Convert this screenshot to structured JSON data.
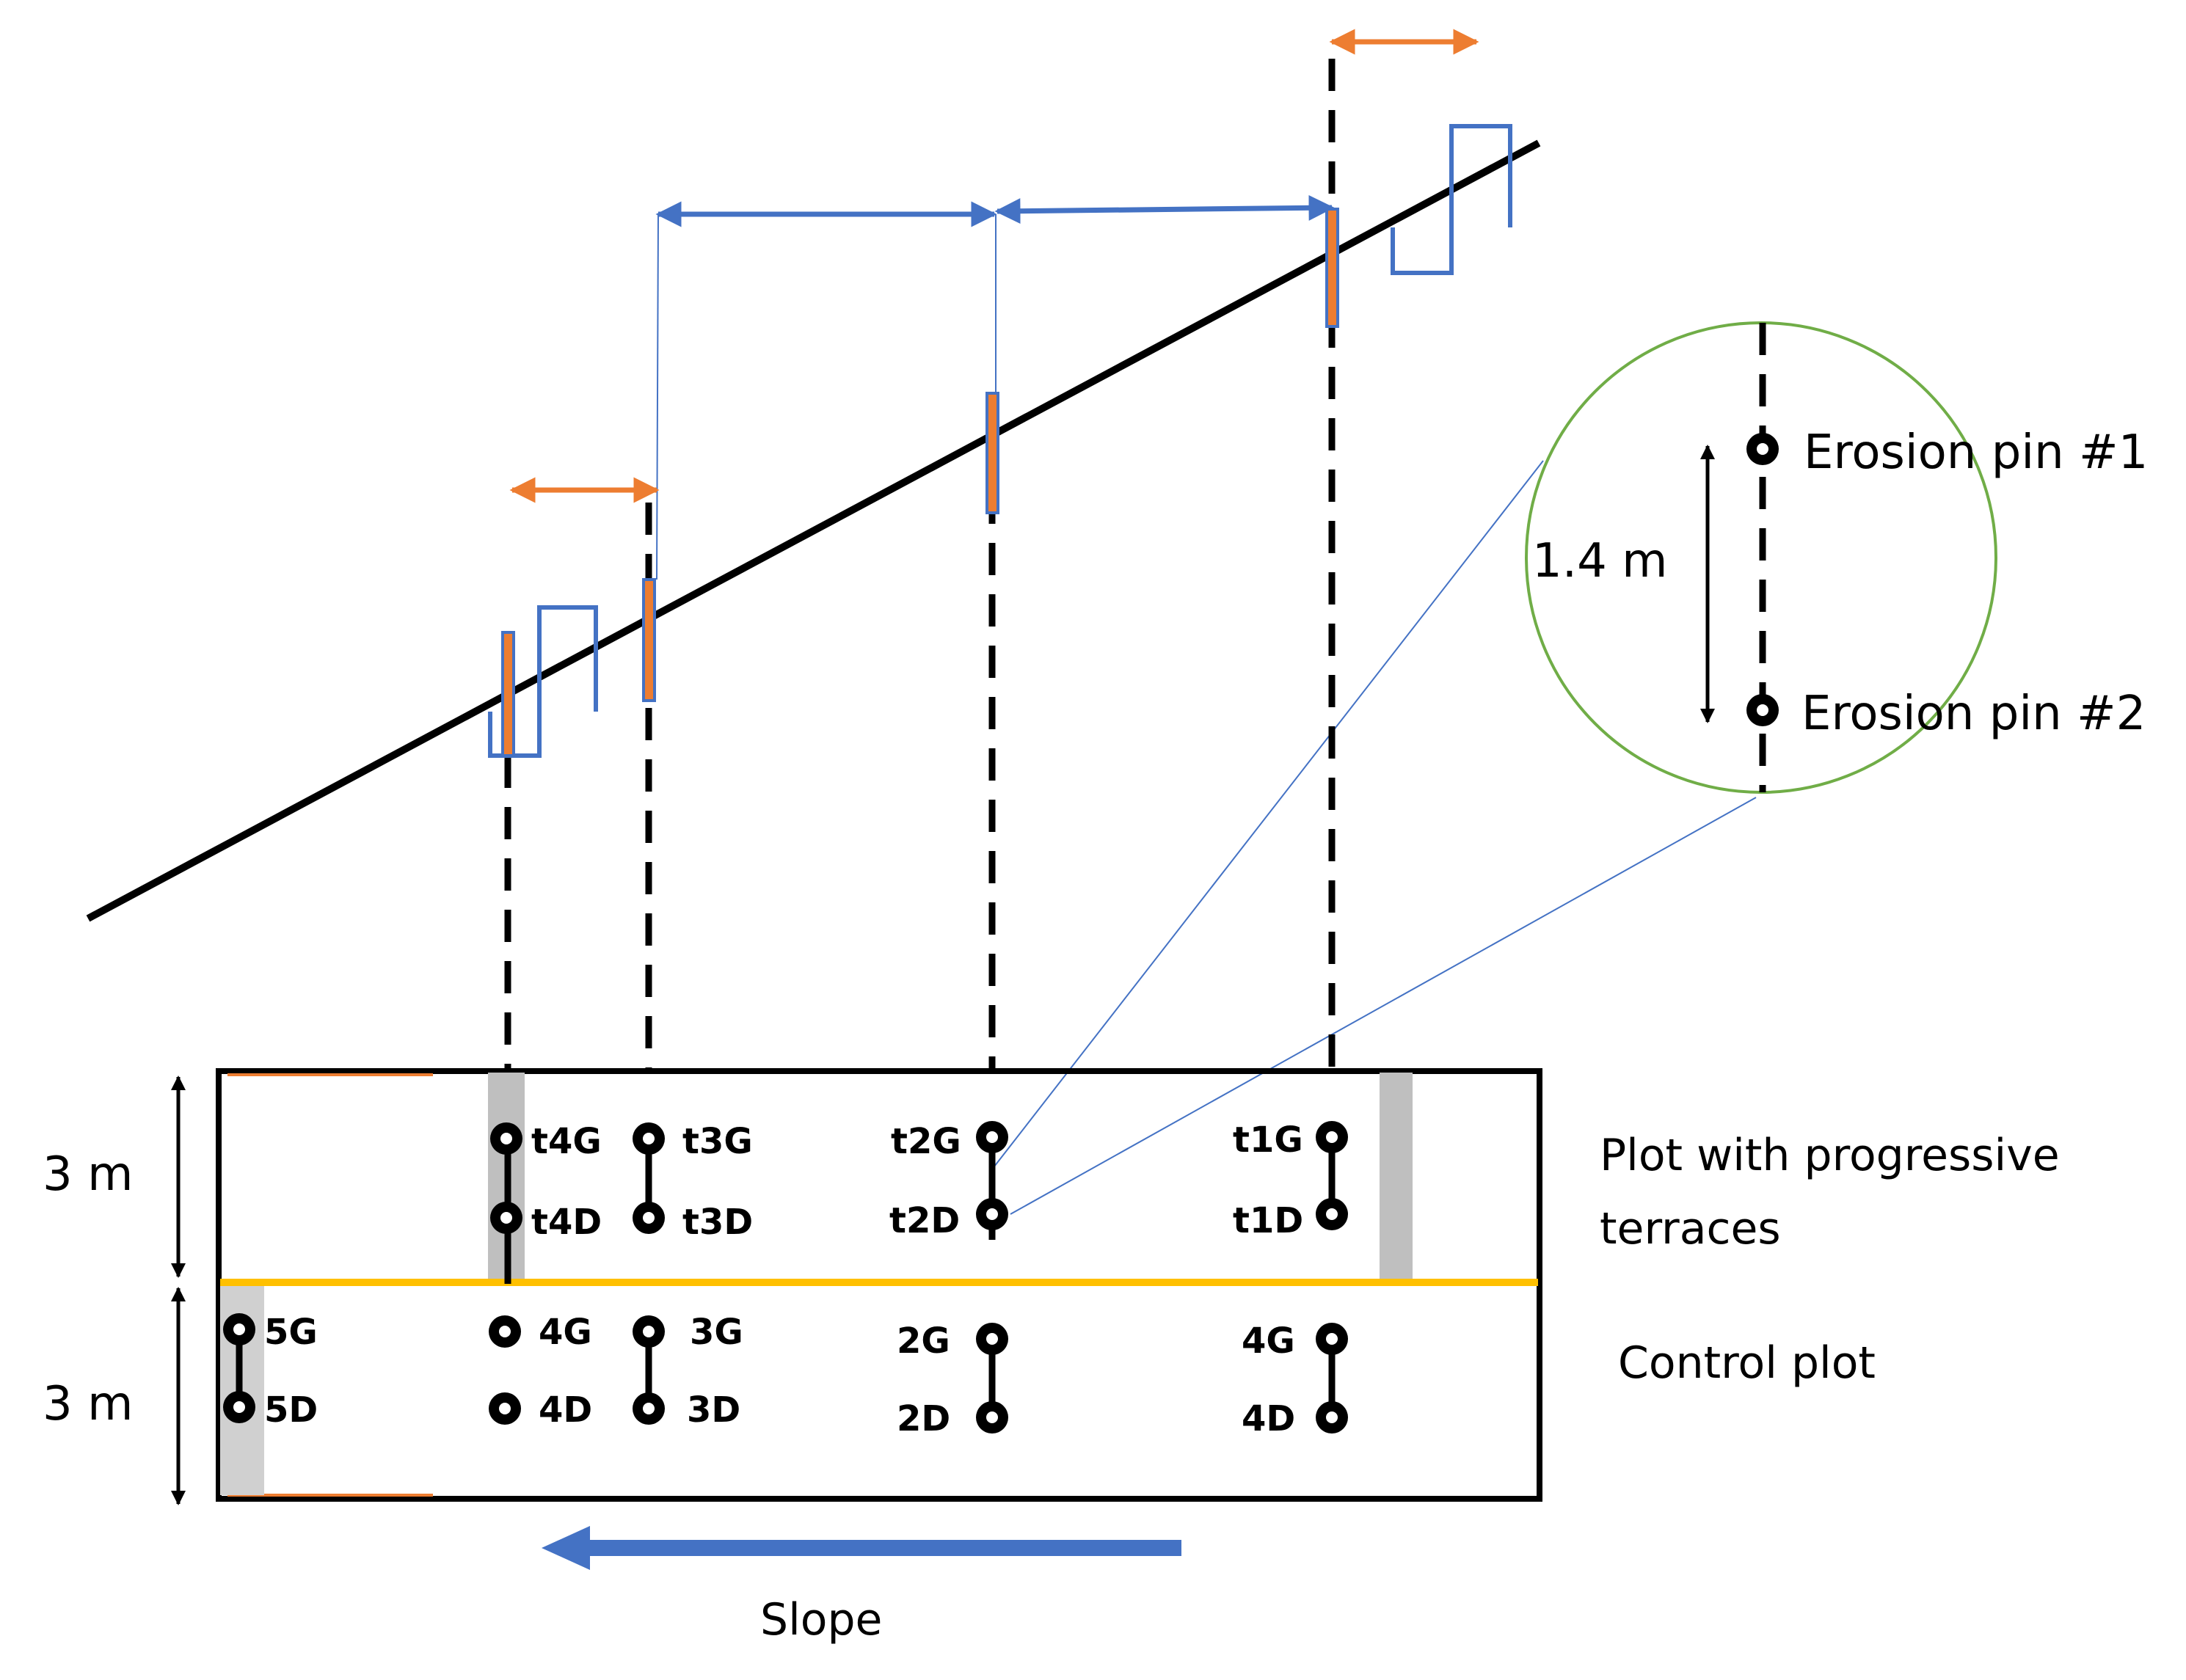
{
  "zoom": {
    "pin1_label": "Erosion pin #1",
    "pin2_label": "Erosion pin #2",
    "spacing_label": "1.4 m"
  },
  "plot": {
    "upper_height": "3 m",
    "lower_height": "3 m",
    "upper_name_line1": "Plot with progressive",
    "upper_name_line2": "terraces",
    "lower_name": "Control plot",
    "upper_pins": {
      "t4G": "t4G",
      "t4D": "t4D",
      "t3G": "t3G",
      "t3D": "t3D",
      "t2G": "t2G",
      "t2D": "t2D",
      "t1G": "t1G",
      "t1D": "t1D"
    },
    "lower_pins": {
      "p5G": "5G",
      "p5D": "5D",
      "p4G": "4G",
      "p4D": "4D",
      "p3G": "3G",
      "p3D": "3D",
      "p2G": "2G",
      "p2D": "2D",
      "p1G": "4G",
      "p1D": "4D"
    },
    "slope_label": "Slope"
  },
  "colors": {
    "terrace_arrow": "#4472c4",
    "width_arrow": "#ed7d31",
    "zoom_circle": "#70ad47",
    "plot_divider": "#ffc000",
    "terrace_strip": "#bfbfbf"
  }
}
